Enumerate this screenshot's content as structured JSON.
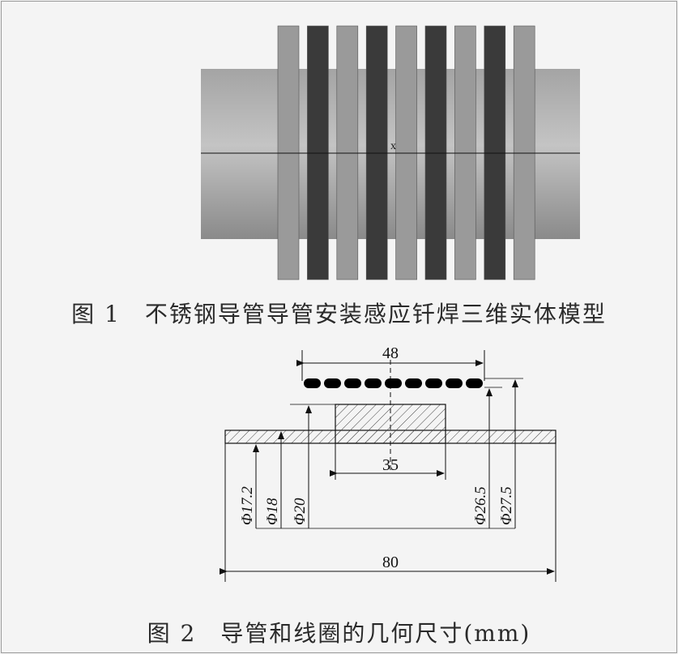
{
  "figure1": {
    "caption": "图 1　不锈钢导管导管安装感应钎焊三维实体模型",
    "axis_marker": "x"
  },
  "figure2": {
    "caption": "图 2　导管和线圈的几何尺寸(mm)",
    "dims": {
      "coil_length": "48",
      "sleeve_length": "35",
      "total_length": "80",
      "d_17_2": "Φ17.2",
      "d_18": "Φ18",
      "d_20": "Φ20",
      "d_26_5": "Φ26.5",
      "d_27_5": "Φ27.5"
    },
    "coil_turns": 9
  },
  "colors": {
    "ring_light": "#9a9a9a",
    "ring_dark": "#3a3a3a",
    "pipe_mid": "#b4b4b4"
  }
}
